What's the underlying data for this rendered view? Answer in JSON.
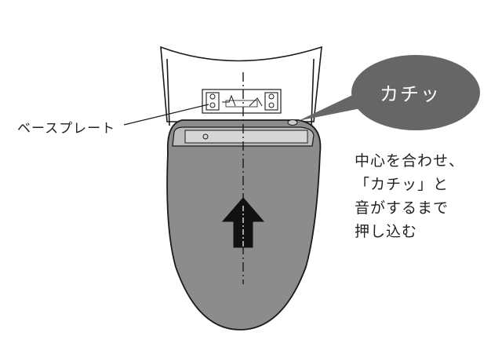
{
  "callout": {
    "base_plate_label": "ベースプレート",
    "click_sound": "カチッ"
  },
  "instructions": [
    "中心を合わせ、",
    "「カチッ」と",
    "音がするまで",
    "押し込む"
  ],
  "colors": {
    "seat_fill": "#8c8c8c",
    "bubble_fill": "#666666",
    "line": "#1a1a1a"
  },
  "icons": {
    "direction": "up-arrow-icon"
  }
}
